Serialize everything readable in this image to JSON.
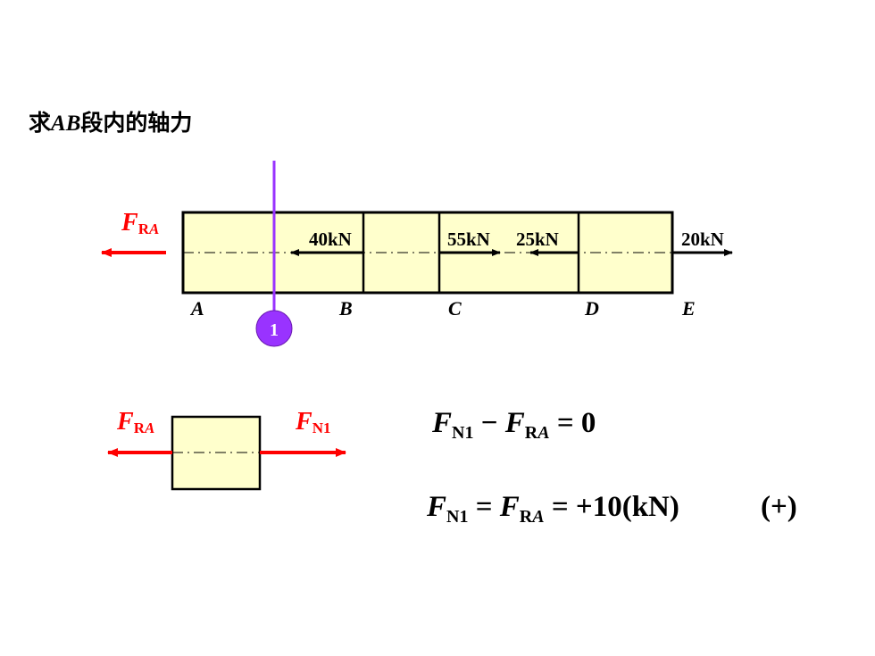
{
  "title": {
    "prefix": "求",
    "segment": "AB",
    "suffix": "段内的轴力"
  },
  "diagram": {
    "loads": {
      "b": "40kN",
      "c": "55kN",
      "d": "25kN",
      "e": "20kN"
    },
    "points": {
      "a": "A",
      "b": "B",
      "c": "C",
      "d": "D",
      "e": "E"
    },
    "section_number": "1",
    "reaction": {
      "symbol": "F",
      "subscript_roman": "R",
      "subscript_italic": "A"
    },
    "internal_force": {
      "symbol": "F",
      "subscript": "N1"
    }
  },
  "equations": {
    "eq1": {
      "f": "F",
      "n1": "N1",
      "minus": " − ",
      "r": "R",
      "a": "A",
      "rest": " = 0"
    },
    "eq2": {
      "f": "F",
      "n1": "N1",
      "eq": " = ",
      "r": "R",
      "a": "A",
      "rest": " = +10(kN)",
      "sign": "(+)"
    }
  },
  "colors": {
    "beam_fill": "#ffffcc",
    "force_red": "#ff0000",
    "section_purple": "#9933ff"
  }
}
